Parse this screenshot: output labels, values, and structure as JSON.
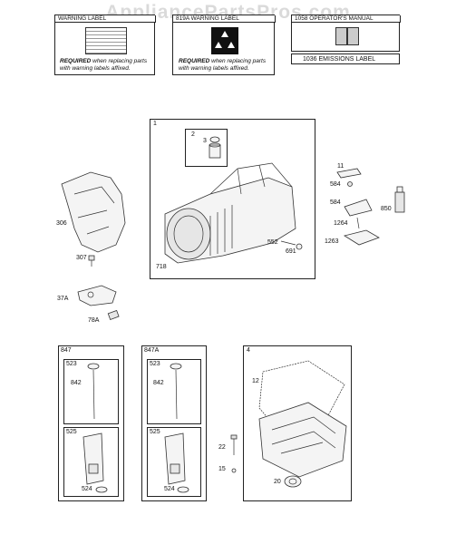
{
  "watermark": "AppliancePartsPros.com",
  "top_boxes": [
    {
      "id": "warning_label",
      "title": "WARNING LABEL",
      "required_bold": "REQUIRED",
      "required_rest": "when replacing parts",
      "required_line2": "with warning labels affixed."
    },
    {
      "id": "warning_label_a",
      "title": "819A WARNING LABEL",
      "required_bold": "REQUIRED",
      "required_rest": "when replacing parts",
      "required_line2": "with warning labels affixed."
    },
    {
      "id": "manual",
      "title": "1058 OPERATOR'S MANUAL"
    }
  ],
  "emissions_label": "1036 EMISSIONS LABEL",
  "callouts": {
    "c1": "1",
    "c2": "2",
    "c3": "3",
    "c11": "11",
    "c584": "584",
    "c584b": "584",
    "c850": "850",
    "c1264": "1264",
    "c1263": "1263",
    "c306": "306",
    "c307": "307",
    "c552": "552",
    "c691": "691",
    "c718": "718",
    "c37A": "37A",
    "c78A": "78A",
    "c847": "847",
    "c847A": "847A",
    "c523": "523",
    "c523b": "523",
    "c842": "842",
    "c842b": "842",
    "c525": "525",
    "c525b": "525",
    "c524": "524",
    "c524b": "524",
    "c4": "4",
    "c12": "12",
    "c22": "22",
    "c15": "15",
    "c20": "20"
  }
}
